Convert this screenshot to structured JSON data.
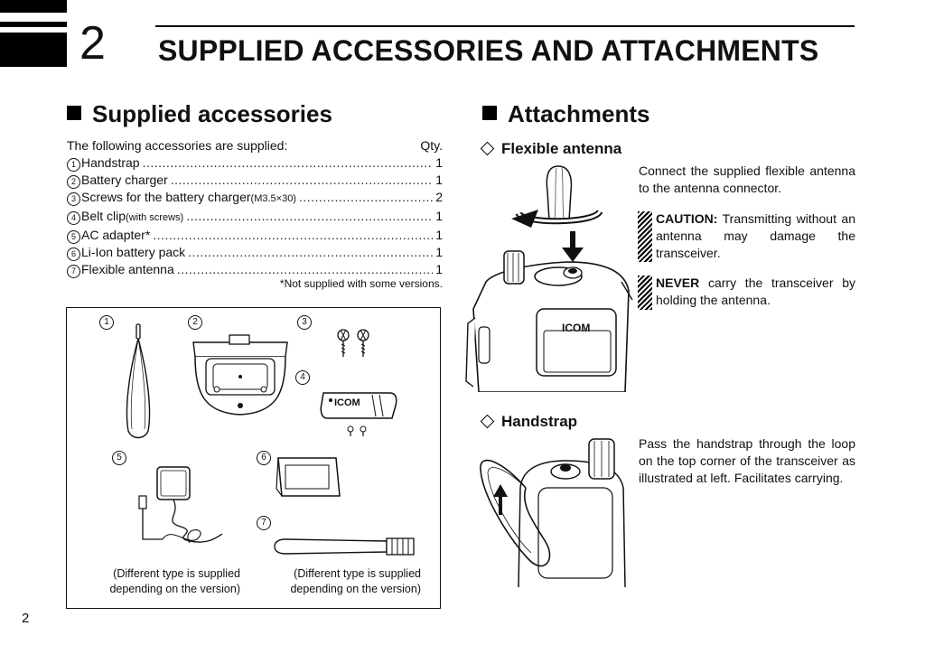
{
  "header": {
    "chapter_number": "2",
    "title": "SUPPLIED ACCESSORIES AND ATTACHMENTS"
  },
  "left": {
    "heading": "Supplied accessories",
    "intro": "The following accessories are supplied:",
    "qty_label": "Qty.",
    "items": [
      {
        "num": "1",
        "name": "Handstrap",
        "detail": "",
        "qty": "1"
      },
      {
        "num": "2",
        "name": "Battery charger",
        "detail": "",
        "qty": "1"
      },
      {
        "num": "3",
        "name": "Screws for the battery charger ",
        "detail": "(M3.5×30)",
        "qty": "2"
      },
      {
        "num": "4",
        "name": "Belt clip ",
        "detail": "(with screws)",
        "qty": "1"
      },
      {
        "num": "5",
        "name": "AC adapter*",
        "detail": "",
        "qty": "1"
      },
      {
        "num": "6",
        "name": "Li-Ion battery pack",
        "detail": "",
        "qty": "1"
      },
      {
        "num": "7",
        "name": "Flexible antenna",
        "detail": "",
        "qty": "1"
      }
    ],
    "footnote": "*Not supplied with some versions.",
    "illustration": {
      "labels": [
        "1",
        "2",
        "3",
        "4",
        "5",
        "6",
        "7"
      ],
      "logo_text": "ICOM",
      "caption_1": "(Different type is supplied",
      "caption_2": "depending on the version)",
      "caption_3": "(Different type is supplied",
      "caption_4": "depending on the version)"
    }
  },
  "right": {
    "heading": "Attachments",
    "flex_antenna": {
      "heading": "Flexible antenna",
      "text": "Connect the supplied flexible antenna to the antenna connector.",
      "caution_label": "CAUTION:",
      "caution_text": " Transmitting without an antenna may damage the transceiver.",
      "never_label": "NEVER",
      "never_text": " carry the transceiver by holding the antenna.",
      "logo_text": "ICOM"
    },
    "handstrap": {
      "heading": "Handstrap",
      "text": "Pass the handstrap through the loop on the top corner of the transceiver as illustrated at left. Facilitates carrying."
    }
  },
  "page_number": "2"
}
